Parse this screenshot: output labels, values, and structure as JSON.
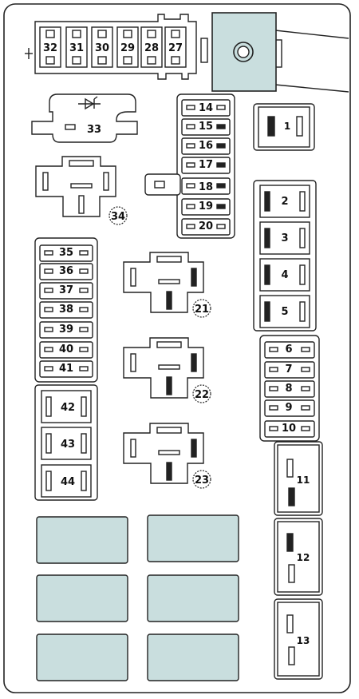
{
  "colors": {
    "block_fill": "#c9dede",
    "stroke": "#222222",
    "background": "#ffffff"
  },
  "connector_labels": [
    "32",
    "31",
    "30",
    "29",
    "28",
    "27"
  ],
  "diode_label": "33",
  "fuse_group_a": [
    "14",
    "15",
    "16",
    "17",
    "18",
    "19",
    "20"
  ],
  "fuse_group_b": [
    "35",
    "36",
    "37",
    "38",
    "39",
    "40",
    "41"
  ],
  "fuse_group_c": [
    "6",
    "7",
    "8",
    "9",
    "10"
  ],
  "vertical_fuses_right": [
    "1",
    "2",
    "3",
    "4",
    "5"
  ],
  "vertical_fuses_left": [
    "42",
    "43",
    "44"
  ],
  "relays": {
    "r34": "34",
    "r21": "21",
    "r22": "22",
    "r23": "23"
  },
  "large_relays": [
    "11",
    "12",
    "13"
  ],
  "icons": [
    "ground-icon",
    "diode-icon",
    "bolt-stud-icon"
  ]
}
